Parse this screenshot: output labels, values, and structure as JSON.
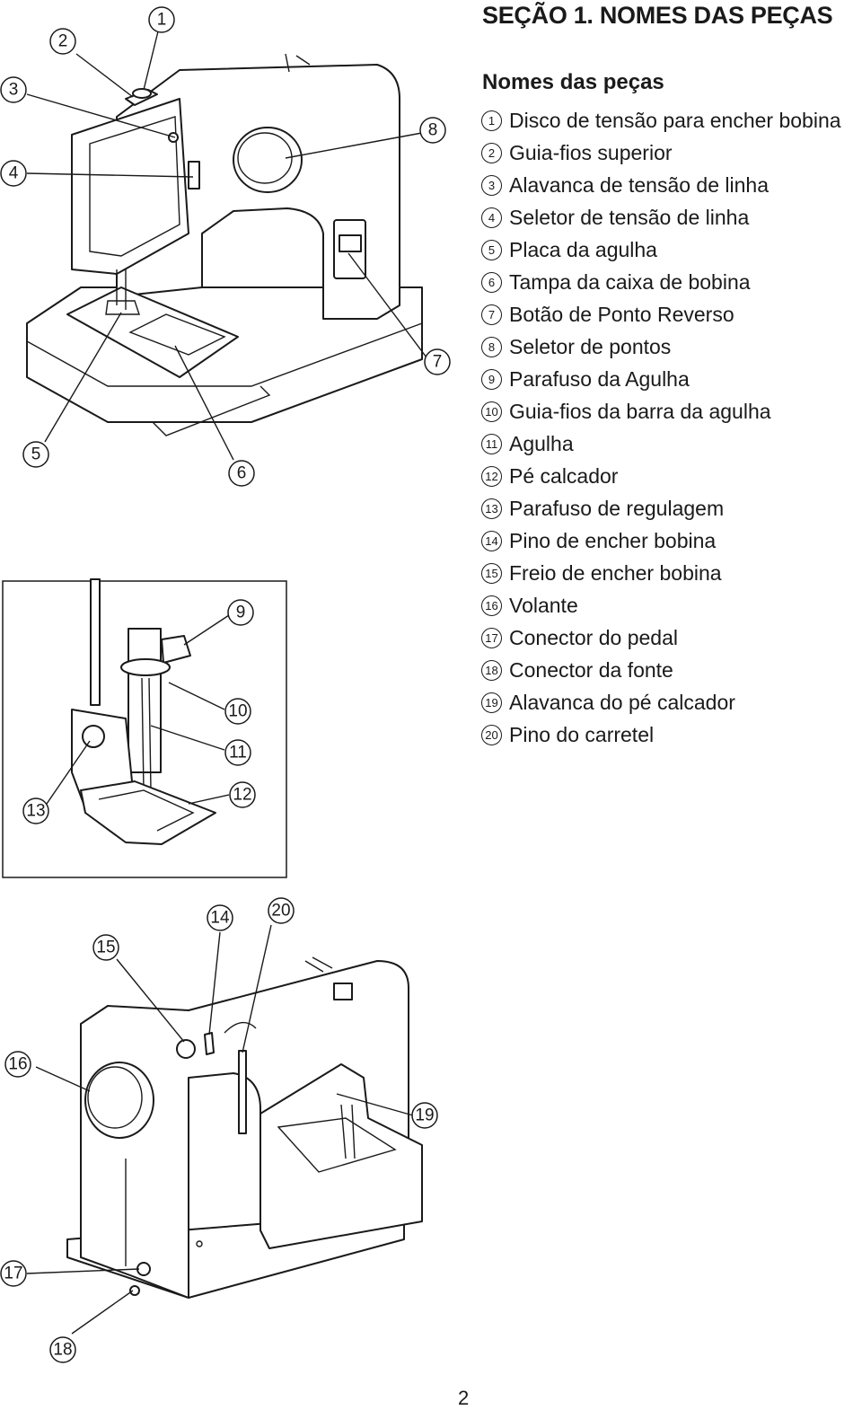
{
  "section": {
    "title": "SEÇÃO 1. NOMES DAS PEÇAS"
  },
  "parts": {
    "heading": "Nomes das peças",
    "items": [
      {
        "num": "1",
        "label": "Disco de tensão para encher bobina"
      },
      {
        "num": "2",
        "label": "Guia-fios superior"
      },
      {
        "num": "3",
        "label": "Alavanca de tensão de linha"
      },
      {
        "num": "4",
        "label": "Seletor de tensão de linha"
      },
      {
        "num": "5",
        "label": "Placa da agulha"
      },
      {
        "num": "6",
        "label": "Tampa da caixa de bobina"
      },
      {
        "num": "7",
        "label": "Botão de Ponto Reverso"
      },
      {
        "num": "8",
        "label": "Seletor de pontos"
      },
      {
        "num": "9",
        "label": "Parafuso da Agulha"
      },
      {
        "num": "10",
        "label": "Guia-fios da barra da agulha"
      },
      {
        "num": "11",
        "label": "Agulha"
      },
      {
        "num": "12",
        "label": "Pé calcador"
      },
      {
        "num": "13",
        "label": "Parafuso de regulagem"
      },
      {
        "num": "14",
        "label": "Pino de encher bobina"
      },
      {
        "num": "15",
        "label": "Freio de encher bobina"
      },
      {
        "num": "16",
        "label": "Volante"
      },
      {
        "num": "17",
        "label": "Conector do pedal"
      },
      {
        "num": "18",
        "label": "Conector da fonte"
      },
      {
        "num": "19",
        "label": "Alavanca do pé calcador"
      },
      {
        "num": "20",
        "label": "Pino do carretel"
      }
    ]
  },
  "callouts": [
    "1",
    "2",
    "3",
    "4",
    "5",
    "6",
    "7",
    "8",
    "9",
    "10",
    "11",
    "12",
    "13",
    "14",
    "15",
    "16",
    "17",
    "18",
    "19",
    "20"
  ],
  "page": {
    "number": "2"
  }
}
